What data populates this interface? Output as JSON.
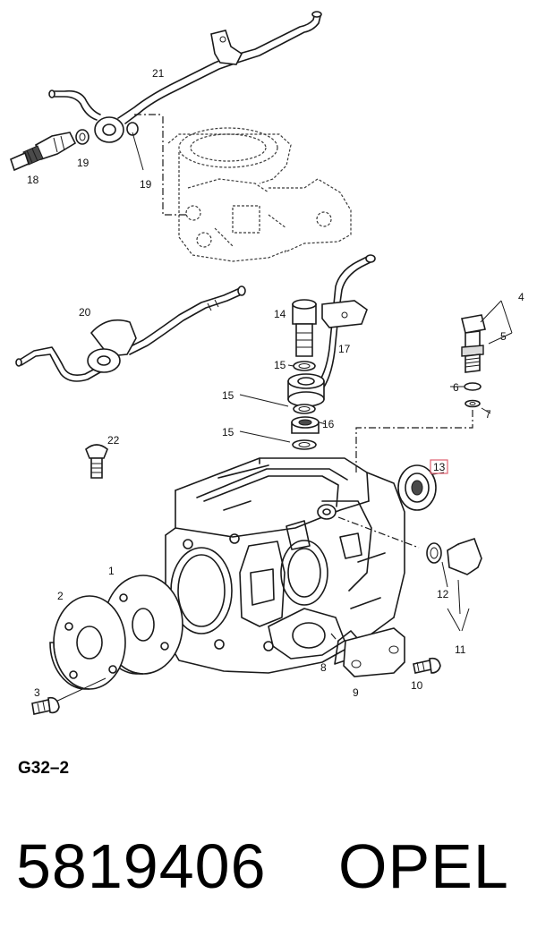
{
  "diagram": {
    "callouts": {
      "c1": "1",
      "c2": "2",
      "c3": "3",
      "c4": "4",
      "c5": "5",
      "c6": "6",
      "c7": "7",
      "c8": "8",
      "c9": "9",
      "c10": "10",
      "c11": "11",
      "c12": "12",
      "c13": "13",
      "c14": "14",
      "c15a": "15",
      "c15b": "15",
      "c15c": "15",
      "c16": "16",
      "c17": "17",
      "c18": "18",
      "c19a": "19",
      "c19b": "19",
      "c20": "20",
      "c21": "21",
      "c22": "22"
    },
    "highlight_color": "#e06070"
  },
  "figure_code": "G32–2",
  "part_number": "5819406",
  "brand": "OPEL"
}
